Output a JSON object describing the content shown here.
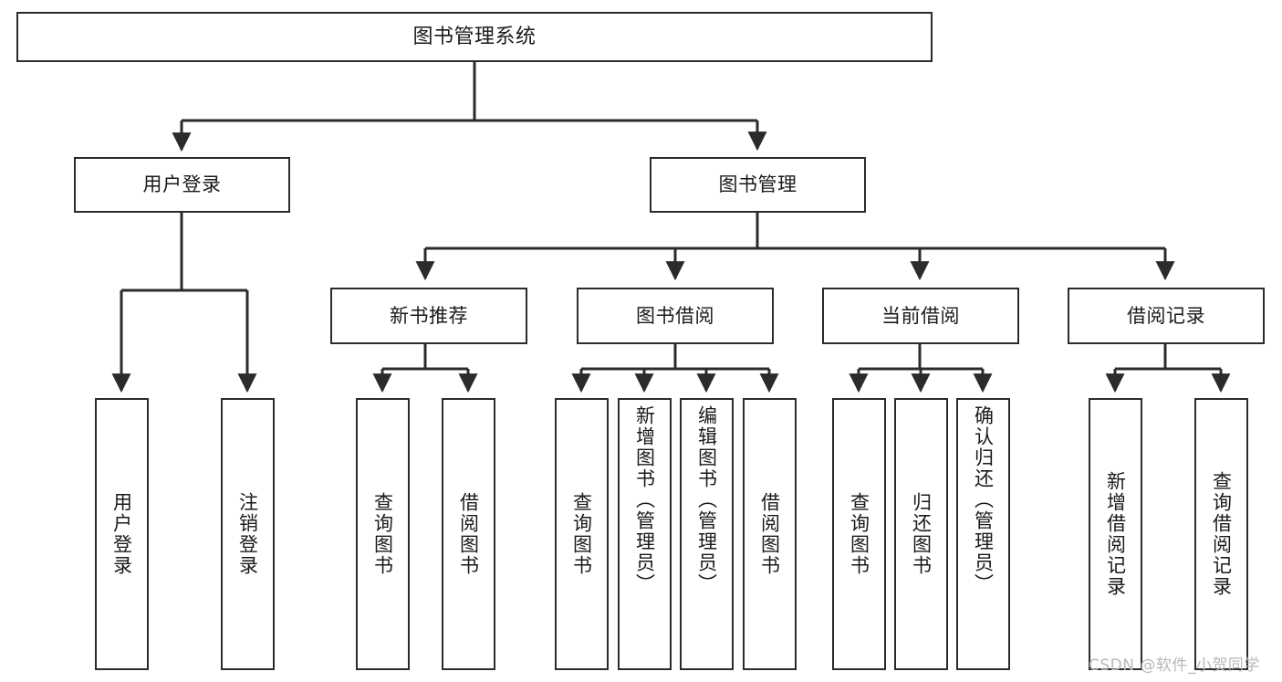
{
  "diagram": {
    "type": "tree-hierarchy",
    "title": "图书管理系统",
    "orientation": "top-down",
    "colors": {
      "stroke": "#2b2b2b",
      "fill": "#ffffff",
      "text": "#1a1a1a",
      "watermark": "#b8b8b8"
    },
    "watermark": "CSDN @软件_小贺同学",
    "nodes": {
      "root": {
        "label": "图书管理系统"
      },
      "level1": [
        {
          "label": "用户登录"
        },
        {
          "label": "图书管理"
        }
      ],
      "level2": [
        {
          "label": "新书推荐"
        },
        {
          "label": "图书借阅"
        },
        {
          "label": "当前借阅"
        },
        {
          "label": "借阅记录"
        }
      ],
      "leaves": {
        "user_login": [
          {
            "label": "用户登录"
          },
          {
            "label": "注销登录"
          }
        ],
        "new_book_recommend": [
          {
            "label": "查询图书"
          },
          {
            "label": "借阅图书"
          }
        ],
        "book_borrow": [
          {
            "label": "查询图书"
          },
          {
            "label": "新增图书（管理员）"
          },
          {
            "label": "编辑图书（管理员）"
          },
          {
            "label": "借阅图书"
          }
        ],
        "current_borrow": [
          {
            "label": "查询图书"
          },
          {
            "label": "归还图书"
          },
          {
            "label": "确认归还（管理员）"
          }
        ],
        "borrow_record": [
          {
            "label": "新增借阅记录"
          },
          {
            "label": "查询借阅记录"
          }
        ]
      }
    }
  }
}
